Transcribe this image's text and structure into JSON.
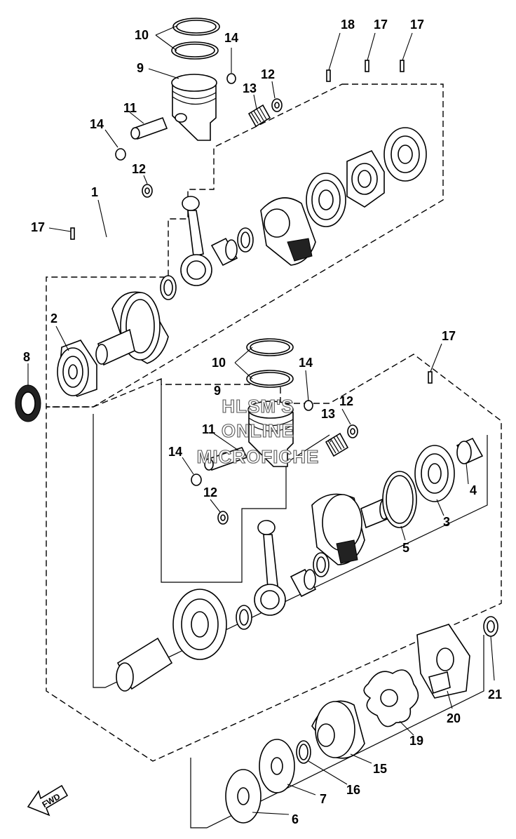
{
  "labels": [
    {
      "id": "lbl-10-a",
      "text": "10"
    },
    {
      "id": "lbl-14-a",
      "text": "14"
    },
    {
      "id": "lbl-9-a",
      "text": "9"
    },
    {
      "id": "lbl-12-a",
      "text": "12"
    },
    {
      "id": "lbl-13-a",
      "text": "13"
    },
    {
      "id": "lbl-11-a",
      "text": "11"
    },
    {
      "id": "lbl-14-b",
      "text": "14"
    },
    {
      "id": "lbl-12-b",
      "text": "12"
    },
    {
      "id": "lbl-1",
      "text": "1"
    },
    {
      "id": "lbl-17-a",
      "text": "17"
    },
    {
      "id": "lbl-18",
      "text": "18"
    },
    {
      "id": "lbl-17-b",
      "text": "17"
    },
    {
      "id": "lbl-17-c",
      "text": "17"
    },
    {
      "id": "lbl-2",
      "text": "2"
    },
    {
      "id": "lbl-8",
      "text": "8"
    },
    {
      "id": "lbl-17-d",
      "text": "17"
    },
    {
      "id": "lbl-10-b",
      "text": "10"
    },
    {
      "id": "lbl-14-c",
      "text": "14"
    },
    {
      "id": "lbl-9-b",
      "text": "9"
    },
    {
      "id": "lbl-12-c",
      "text": "12"
    },
    {
      "id": "lbl-13-b",
      "text": "13"
    },
    {
      "id": "lbl-11-b",
      "text": "11"
    },
    {
      "id": "lbl-14-d",
      "text": "14"
    },
    {
      "id": "lbl-12-d",
      "text": "12"
    },
    {
      "id": "lbl-4",
      "text": "4"
    },
    {
      "id": "lbl-3",
      "text": "3"
    },
    {
      "id": "lbl-5",
      "text": "5"
    },
    {
      "id": "lbl-21",
      "text": "21"
    },
    {
      "id": "lbl-20",
      "text": "20"
    },
    {
      "id": "lbl-19",
      "text": "19"
    },
    {
      "id": "lbl-15",
      "text": "15"
    },
    {
      "id": "lbl-16",
      "text": "16"
    },
    {
      "id": "lbl-7",
      "text": "7"
    },
    {
      "id": "lbl-6",
      "text": "6"
    }
  ],
  "watermark": {
    "line1": "HLSM'S",
    "line2": "ONLINE",
    "line3": "MICROFICHE"
  },
  "fwd_label": "FWD"
}
